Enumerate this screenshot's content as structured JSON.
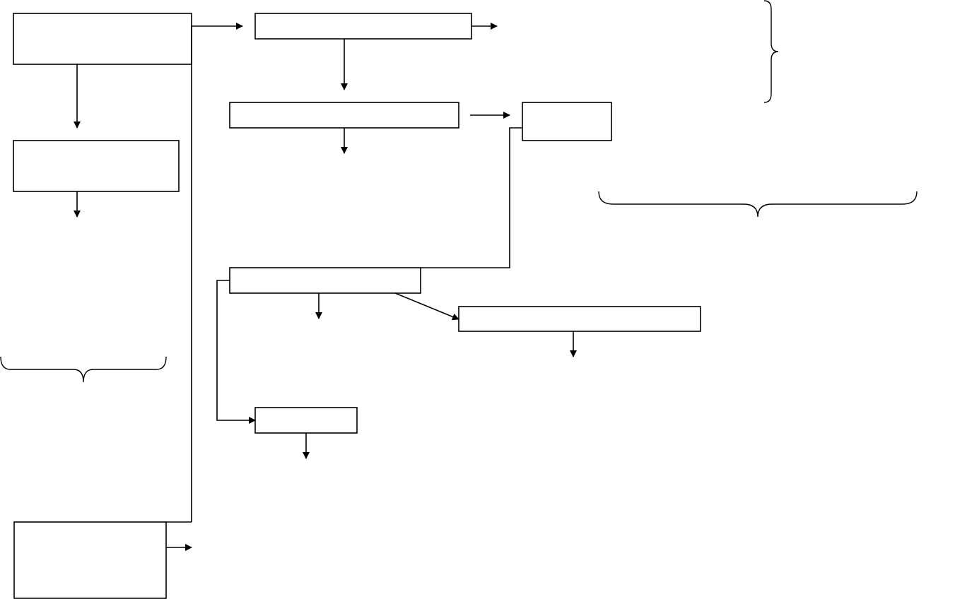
{
  "diagram": {
    "colors": {
      "stroke": "#000000",
      "background": "#ffffff"
    },
    "boxes": [
      {
        "id": "box-top-left",
        "label": ""
      },
      {
        "id": "box-left-middle",
        "label": ""
      },
      {
        "id": "box-bottom-left",
        "label": ""
      },
      {
        "id": "box-top-center",
        "label": ""
      },
      {
        "id": "box-second-center",
        "label": ""
      },
      {
        "id": "box-small-right",
        "label": ""
      },
      {
        "id": "box-center-lower",
        "label": ""
      },
      {
        "id": "box-wide-right",
        "label": ""
      },
      {
        "id": "box-small-bottom",
        "label": ""
      }
    ]
  }
}
